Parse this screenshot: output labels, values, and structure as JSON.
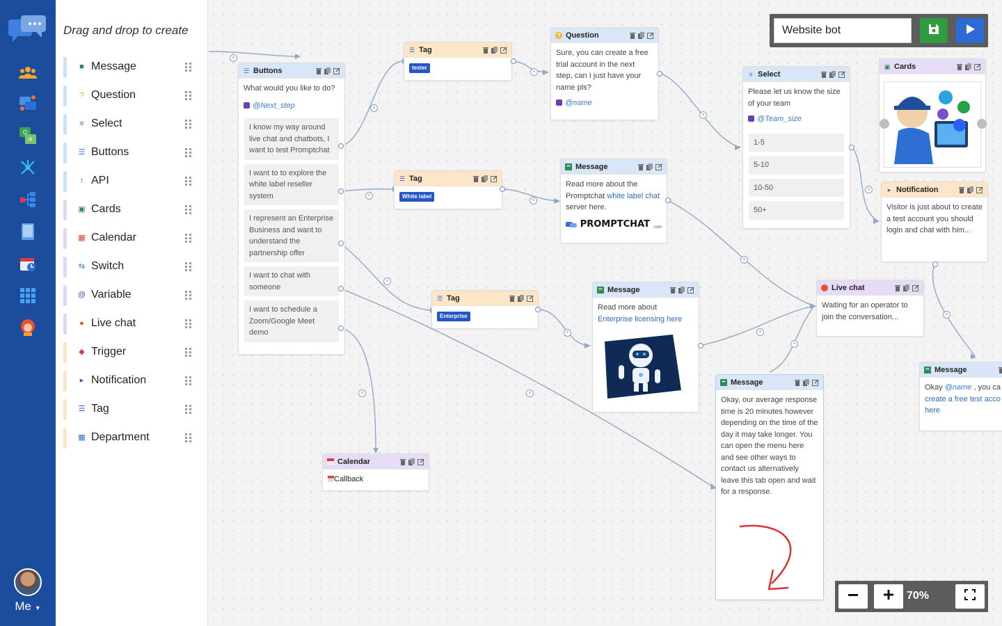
{
  "rail": {
    "icons": [
      "team-icon",
      "chats-icon",
      "faq-icon",
      "network-icon",
      "flow-icon",
      "tablet-icon",
      "schedule-icon",
      "grid-icon",
      "operator-icon"
    ],
    "user_label": "Me"
  },
  "palette": {
    "title": "Drag and drop to create",
    "items": [
      {
        "label": "Message",
        "icon": "message-icon",
        "color": "#cfe1f5"
      },
      {
        "label": "Question",
        "icon": "question-icon",
        "color": "#cfe1f5"
      },
      {
        "label": "Select",
        "icon": "select-icon",
        "color": "#cfe1f5"
      },
      {
        "label": "Buttons",
        "icon": "buttons-icon",
        "color": "#cfe1f5"
      },
      {
        "label": "API",
        "icon": "api-icon",
        "color": "#cfe1f5"
      },
      {
        "label": "Cards",
        "icon": "cards-icon",
        "color": "#e2d7f2"
      },
      {
        "label": "Calendar",
        "icon": "calendar-icon",
        "color": "#e2d7f2"
      },
      {
        "label": "Switch",
        "icon": "switch-icon",
        "color": "#e2d7f2"
      },
      {
        "label": "Variable",
        "icon": "variable-icon",
        "color": "#e2d7f2"
      },
      {
        "label": "Live chat",
        "icon": "live-chat-icon",
        "color": "#e2d7f2"
      },
      {
        "label": "Trigger",
        "icon": "trigger-icon",
        "color": "#fde4c4"
      },
      {
        "label": "Notification",
        "icon": "notification-icon",
        "color": "#fde4c4"
      },
      {
        "label": "Tag",
        "icon": "tag-icon",
        "color": "#fde4c4"
      },
      {
        "label": "Department",
        "icon": "department-icon",
        "color": "#fde4c4"
      }
    ]
  },
  "toolbar": {
    "bot_name": "Website bot",
    "save_icon": "save-icon",
    "run_icon": "play-icon"
  },
  "zoom": {
    "level": "70%"
  },
  "nodes": {
    "buttons": {
      "title": "Buttons",
      "text": "What would you like to do?",
      "variable": "@Next_step",
      "choices": [
        "I know my way around live chat and chatbots, I want to test Promptchat",
        "I want to to explore the white label reseller system",
        "I represent an Enterprise Business and want to understand the partnership offer",
        "I want to chat with someone",
        "I want to schedule a Zoom/Google Meet demo"
      ]
    },
    "tag1": {
      "title": "Tag",
      "chip": "tester"
    },
    "tag2": {
      "title": "Tag",
      "chip": "White label"
    },
    "tag3": {
      "title": "Tag",
      "chip": "Enterprise"
    },
    "question": {
      "title": "Question",
      "text": "Sure, you can create a free trial account in the next step, can I just have your name pls?",
      "variable": "@name"
    },
    "message1": {
      "title": "Message",
      "text_before": "Read more about the Promptchat ",
      "link": "white label chat",
      "text_after": " server here.",
      "logo_text": "PROMPTCHAT",
      "logo_sub": ".com"
    },
    "message2": {
      "title": "Message",
      "text_before": "Read more about",
      "link": "Enterprise licensing here"
    },
    "select": {
      "title": "Select",
      "text": "Please let us know the size of your team",
      "variable": "@Team_size",
      "options": [
        "1-5",
        "5-10",
        "10-50",
        "50+"
      ]
    },
    "cards": {
      "title": "Cards"
    },
    "notification": {
      "title": "Notification",
      "text": "Visitor is just about to create a test account you should login and chat with him..."
    },
    "livechat": {
      "title": "Live chat",
      "text": "Waiting for an operator to join the conversation..."
    },
    "message3": {
      "title": "Message",
      "text": "Okay, our average response time is 20 minutes however depending on the time of the day it may take longer. You can open the menu here and see other ways to contact us alternatively leave this tab open and wait for a response."
    },
    "message4": {
      "title": "Message",
      "text_before": "Okay ",
      "variable": "@name",
      "text_after": " , you ca",
      "line2": "create a free test acco",
      "line3": "here"
    },
    "calendar": {
      "title": "Calendar",
      "text": "Callback"
    }
  }
}
